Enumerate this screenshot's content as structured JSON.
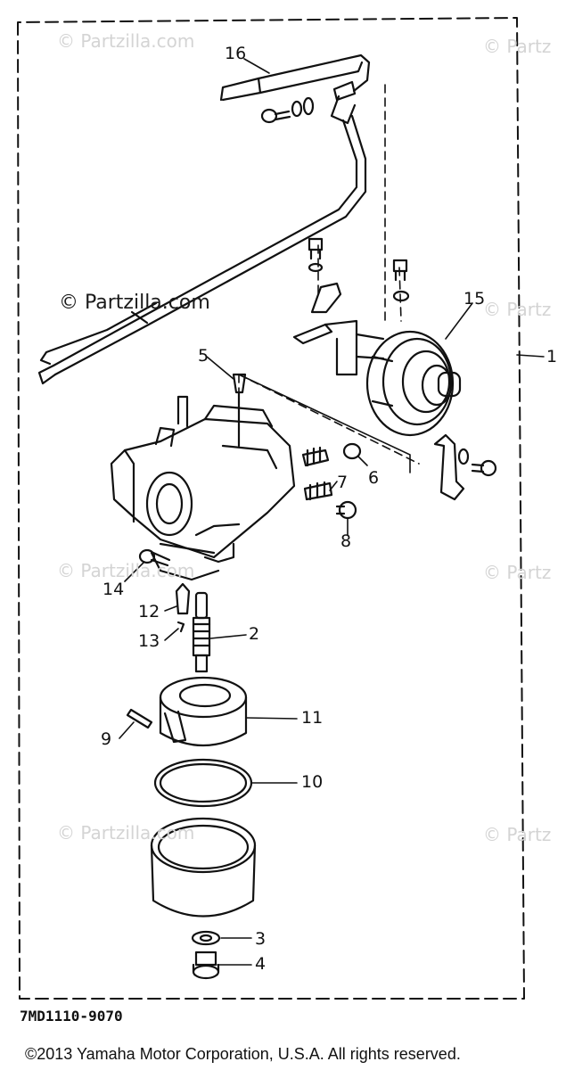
{
  "watermarks": [
    {
      "text": "© Partzilla.com",
      "style": "light"
    },
    {
      "text": "© Partz",
      "style": "light"
    },
    {
      "text": "© Partzilla.com",
      "style": "dark"
    },
    {
      "text": "© Partz",
      "style": "light"
    },
    {
      "text": "© Partzilla.com",
      "style": "light"
    },
    {
      "text": "© Partz",
      "style": "light"
    },
    {
      "text": "© Partzilla.com",
      "style": "light"
    },
    {
      "text": "© Partz",
      "style": "light"
    }
  ],
  "callouts": [
    "16",
    "15",
    "1",
    "5",
    "6",
    "7",
    "8",
    "14",
    "12",
    "13",
    "2",
    "9",
    "11",
    "10",
    "3",
    "4"
  ],
  "drawing_code": "7MD1110-9070",
  "copyright": "©2013  Yamaha Motor Corporation, U.S.A. All rights reserved.",
  "colors": {
    "ink": "#111111",
    "watermark": "#d4d4d4",
    "background": "#ffffff"
  }
}
